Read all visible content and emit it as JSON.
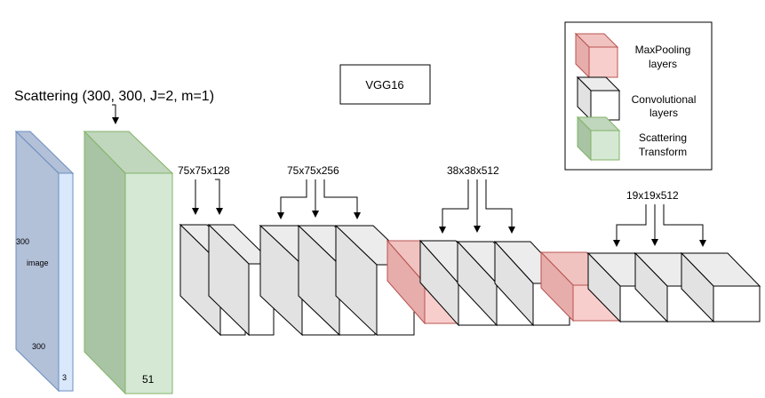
{
  "title_box": {
    "label": "VGG16"
  },
  "scattering_caption": "Scattering (300, 300, J=2, m=1)",
  "input_block": {
    "height_label": "300",
    "name_label": "image",
    "width_label": "300",
    "depth_label": "3"
  },
  "scattering_block": {
    "depth_label": "51"
  },
  "stage_labels": [
    "75x75x128",
    "75x75x256",
    "38x38x512",
    "19x19x512"
  ],
  "legend": {
    "maxpool": {
      "line1": "MaxPooling",
      "line2": "layers"
    },
    "conv": {
      "line1": "Convolutional",
      "line2": "layers"
    },
    "scattering": {
      "line1": "Scattering",
      "line2": "Transform"
    }
  },
  "colors": {
    "input_fill": "#dae8fc",
    "input_stroke": "#6c8ebf",
    "scattering_fill": "#d5e8d4",
    "scattering_stroke": "#82b366",
    "maxpool_fill": "#f8cecc",
    "maxpool_stroke": "#b85450",
    "conv_fill": "#ffffff",
    "conv_stroke": "#000000"
  }
}
